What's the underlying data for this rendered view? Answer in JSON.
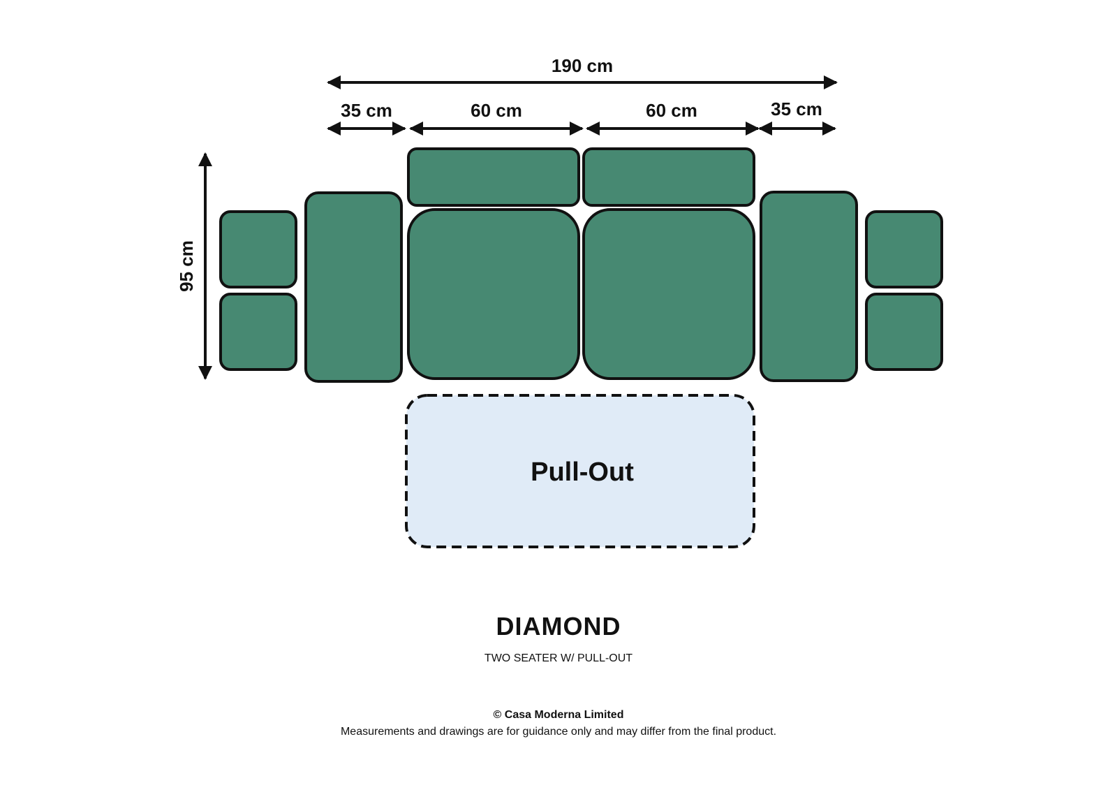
{
  "colors": {
    "cushion_fill": "#478972",
    "pullout_fill": "#e0ebf7",
    "outline": "#111111"
  },
  "dimensions": {
    "total_width": "190 cm",
    "arm_left_width": "35 cm",
    "seat_left_width": "60 cm",
    "seat_right_width": "60 cm",
    "arm_right_width": "35 cm",
    "depth": "95 cm"
  },
  "pullout_label": "Pull-Out",
  "product": {
    "name": "DIAMOND",
    "subtitle": "TWO SEATER W/ PULL-OUT"
  },
  "footer": {
    "copyright": "© Casa Moderna Limited",
    "disclaimer": "Measurements and drawings are for guidance only and may differ from the final product."
  }
}
